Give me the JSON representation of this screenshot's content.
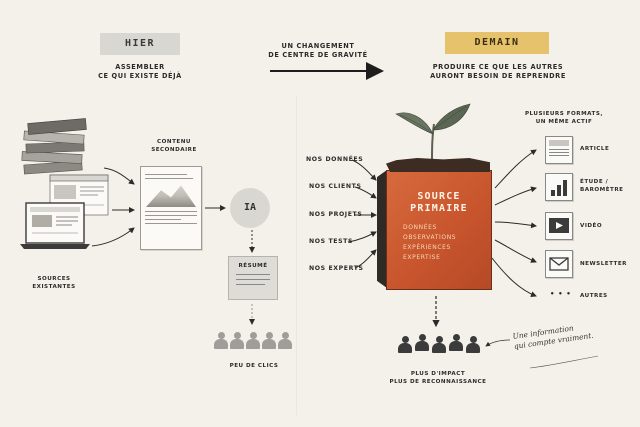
{
  "header": {
    "left_title": "HIER",
    "left_subtitle": [
      "ASSEMBLER",
      "CE QUI EXISTE DÉJÀ"
    ],
    "center_title": [
      "UN CHANGEMENT",
      "DE CENTRE DE GRAVITÉ"
    ],
    "right_title": "DEMAIN",
    "right_subtitle": [
      "PRODUIRE CE QUE LES AUTRES",
      "AURONT BESOIN DE REPRENDRE"
    ]
  },
  "left_flow": {
    "sources_label": [
      "SOURCES",
      "EXISTANTES"
    ],
    "secondary_label": [
      "CONTENU",
      "SECONDAIRE"
    ],
    "ai_label": "IA",
    "summary_label": "RÉSUMÉ",
    "result_label": "PEU DE CLICS"
  },
  "right_flow": {
    "inputs": [
      "NOS DONNÉES",
      "NOS CLIENTS",
      "NOS PROJETS",
      "NOS TESTS",
      "NOS EXPERTS"
    ],
    "core_title": [
      "SOURCE",
      "PRIMAIRE"
    ],
    "core_items": [
      "DONNÉES",
      "OBSERVATIONS",
      "EXPÉRIENCES",
      "EXPERTISE"
    ],
    "formats_title": [
      "PLUSIEURS FORMATS,",
      "UN MÊME ACTIF"
    ],
    "formats": [
      "ARTICLE",
      "ÉTUDE / BAROMÈTRE",
      "VIDÉO",
      "NEWSLETTER",
      "AUTRES"
    ],
    "formats_dots": "• • •",
    "result_label": [
      "PLUS D'IMPACT",
      "PLUS DE RECONNAISSANCE"
    ],
    "handwritten_note": [
      "Une information",
      "qui compte vraiment."
    ]
  },
  "colors": {
    "background": "#f4f1ea",
    "hier_badge": "#d9d7d2",
    "demain_badge": "#e6c26d",
    "brick": "#c8552d",
    "leaf": "#5f6b55"
  }
}
